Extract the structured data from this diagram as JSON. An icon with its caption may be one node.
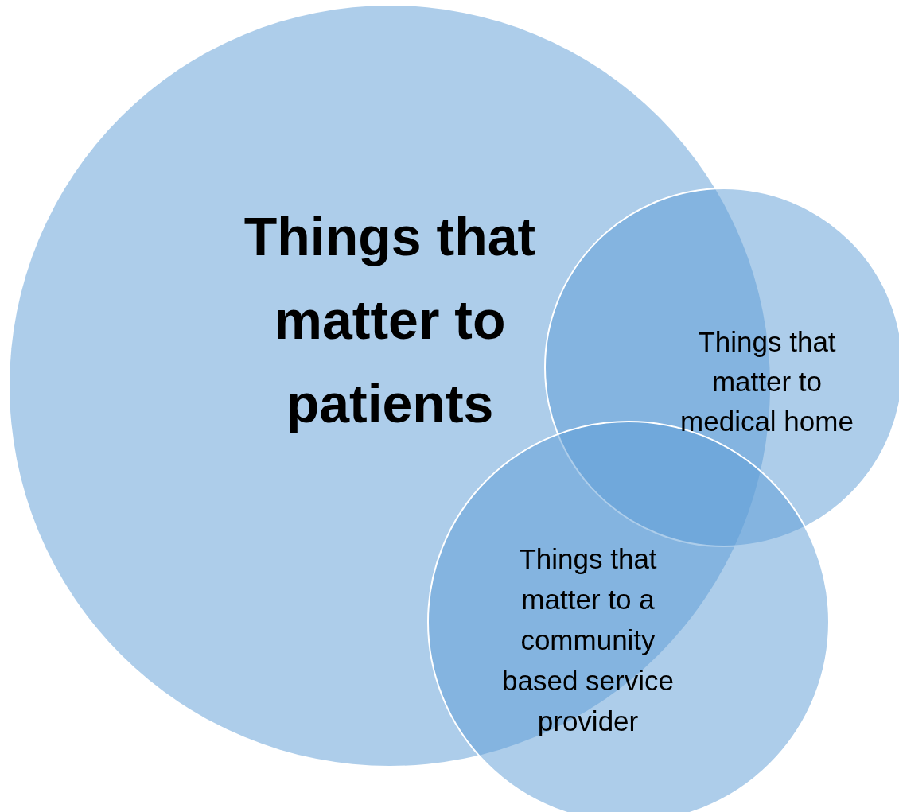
{
  "diagram": {
    "nodes": [
      {
        "text": [
          "Things that matter to patients"
        ]
      },
      {
        "text": [
          "Things that matter to medical home"
        ]
      },
      {
        "text": [
          "Things that matter to a community based service provider"
        ]
      }
    ]
  }
}
